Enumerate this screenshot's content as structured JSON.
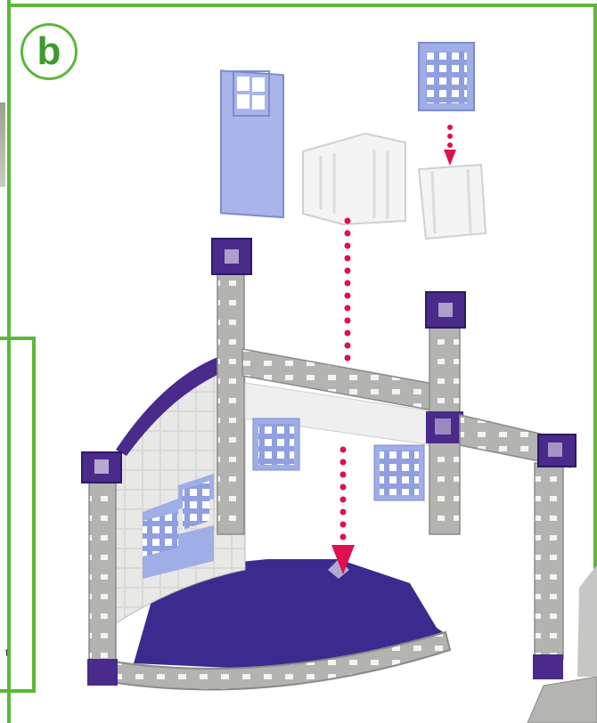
{
  "step": {
    "label": "b"
  },
  "colors": {
    "frame_green": "#5bb83a",
    "badge_text": "#3e9a2c",
    "beam_gray": "#a9a9a7",
    "beam_dark": "#8a8a88",
    "connector_purple": "#4a2a8a",
    "base_purple": "#3d2a8e",
    "window_blue": "#9faee6",
    "panel_white": "#f2f2f2",
    "arrow_magenta": "#e0104e"
  },
  "icons": {
    "step_badge": "circled-letter",
    "arrow": "dotted-down-arrow"
  },
  "side_panel": {
    "fragment_text": "t"
  }
}
